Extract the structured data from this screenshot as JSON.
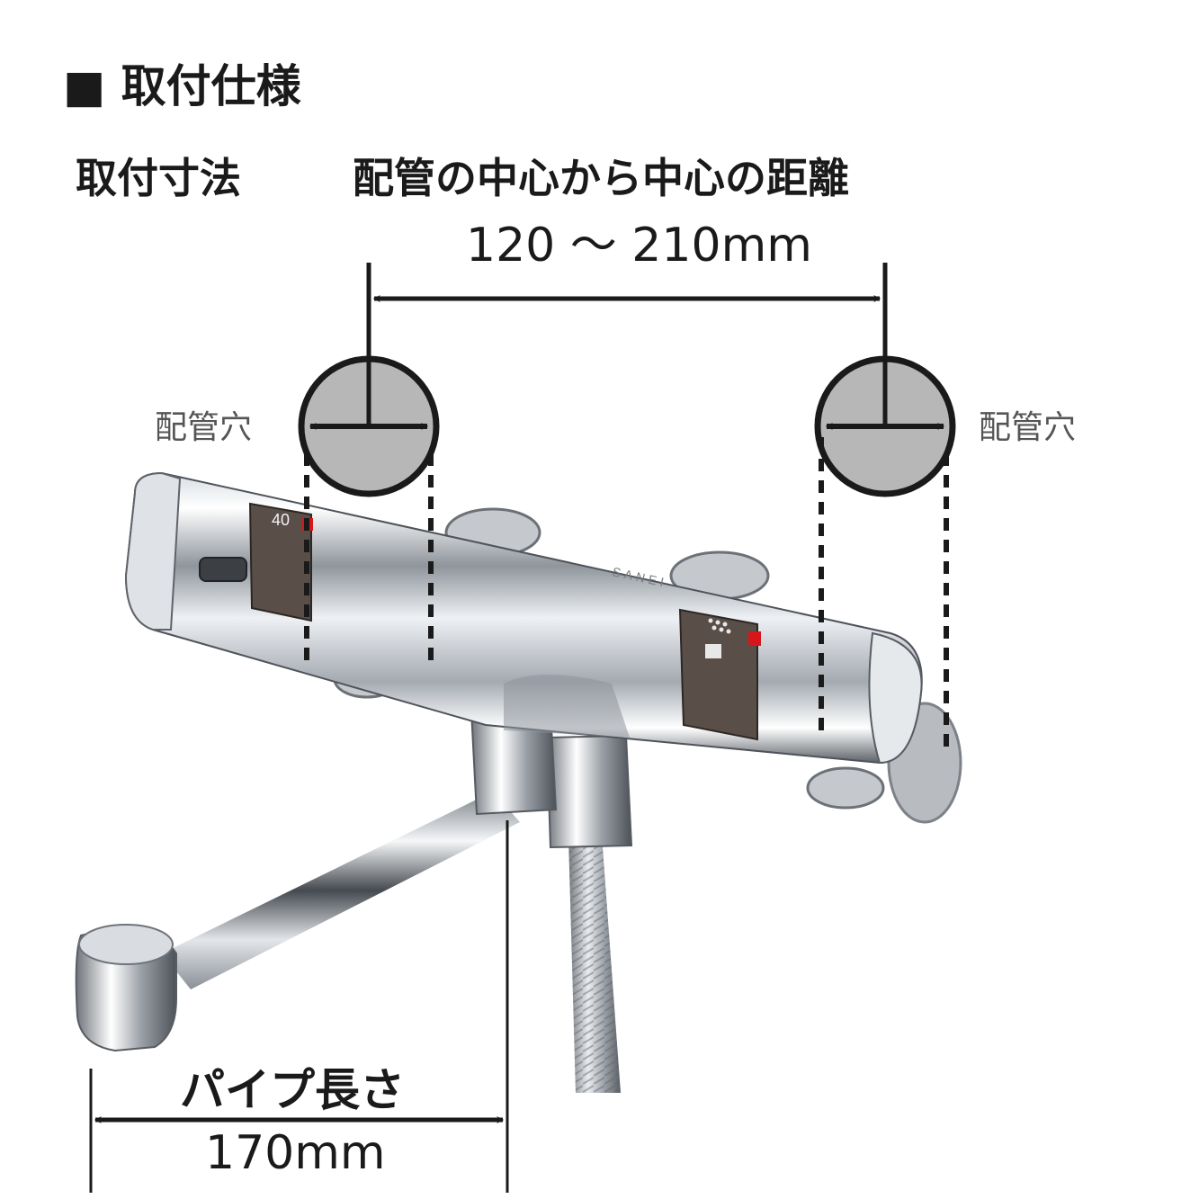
{
  "header": {
    "section_title": "■ 取付仕様",
    "mount_dimension_label": "取付寸法",
    "pipe_distance_label": "配管の中心から中心の距離",
    "pipe_distance_value": "120 ～ 210mm"
  },
  "holes": {
    "left_label": "配管穴",
    "right_label": "配管穴"
  },
  "pipe": {
    "length_label": "パイプ長さ",
    "length_value": "170mm"
  },
  "product": {
    "dial_number": "40",
    "brand_text": "SANEI"
  },
  "colors": {
    "text": "#1a1a1a",
    "hole_fill": "#b7b7b7",
    "chrome_light": "#f4f6f8",
    "chrome_dark": "#4a4d52",
    "accent_red": "#d5161b"
  }
}
